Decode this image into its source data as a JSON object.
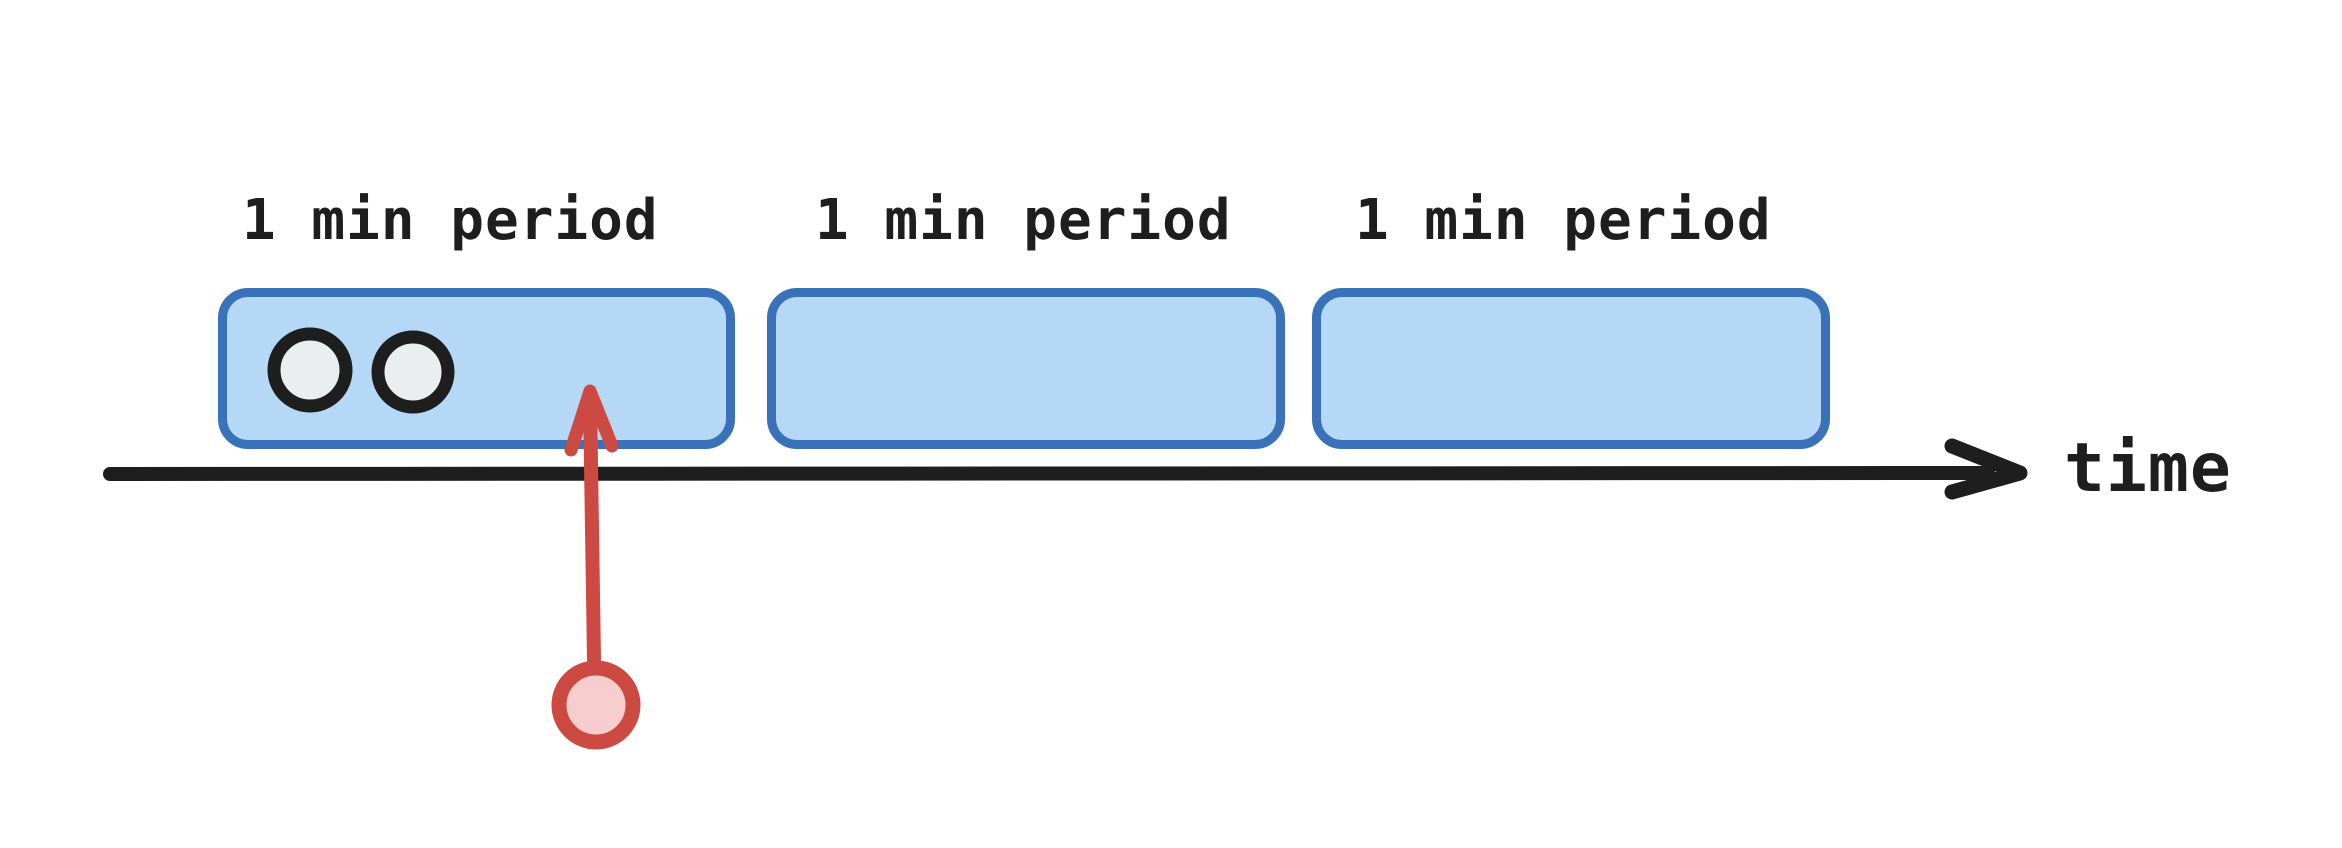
{
  "colors": {
    "background": "#ffffff",
    "ink": "#1e1e1e",
    "period_box_stroke": "#3a72ba",
    "period_box_fill": "#b5d8f6",
    "event_dot_fill": "#ebeeee",
    "event_dot_stroke": "#1e1e1e",
    "pointer_stroke": "#cd4a43",
    "pointer_dot_fill": "#f8cdcd"
  },
  "timeline": {
    "axis_label": "time",
    "periods": [
      {
        "label": "1 min period",
        "event_dot_count": 2
      },
      {
        "label": "1 min period",
        "event_dot_count": 0
      },
      {
        "label": "1 min period",
        "event_dot_count": 0
      }
    ]
  }
}
